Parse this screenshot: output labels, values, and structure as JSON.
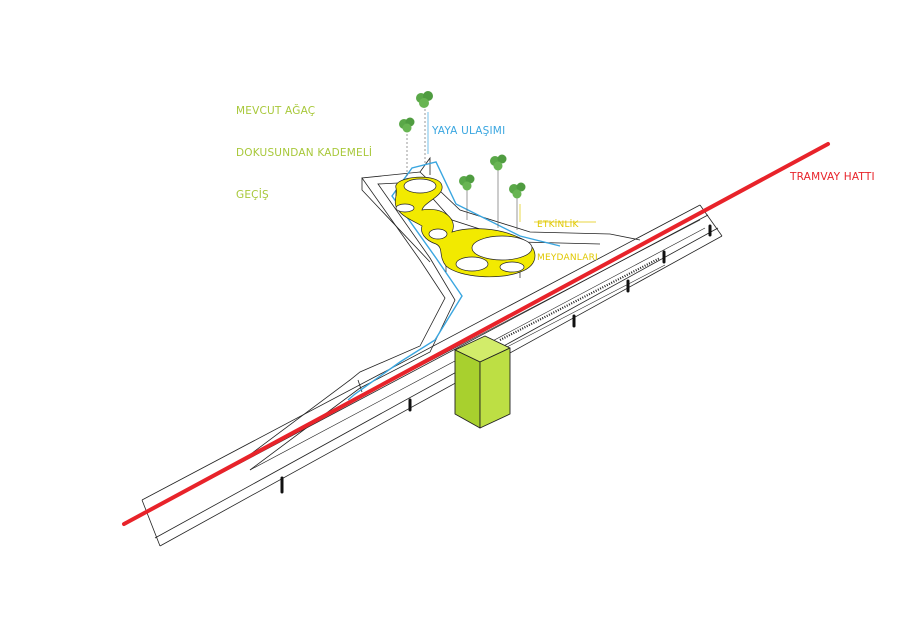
{
  "labels": {
    "tree_transition": [
      "MEVCUT AĞAÇ",
      "DOKUSUNDAN KADEMELİ",
      "GEÇİŞ"
    ],
    "pedestrian": "YAYA ULAŞIMI",
    "events": [
      "ETKİNLİK",
      "MEYDANLARI"
    ],
    "tram": "TRAMVAY HATTI"
  },
  "colors": {
    "tram": "#e8232a",
    "pedestrian": "#3aa6e0",
    "event_plaza": "#f2ea00",
    "tree_label": "#a8c83a",
    "tower": "#b8dc3c",
    "tree": "#5aa848",
    "structure": "#222222"
  }
}
